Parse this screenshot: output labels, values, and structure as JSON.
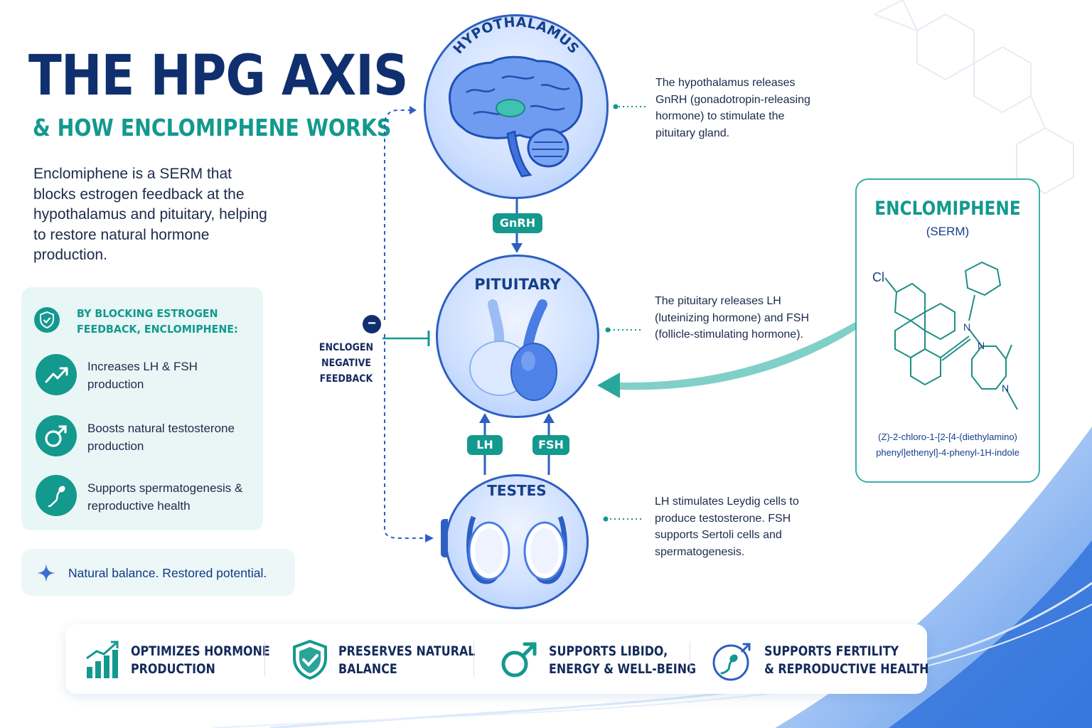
{
  "header": {
    "title": "THE HPG AXIS",
    "subtitle": "& HOW ENCLOMIPHENE WORKS",
    "intro": "Enclomiphene is a SERM that blocks estrogen feedback at the hypothalamus and pituitary, helping to restore natural hormone production."
  },
  "benefits": {
    "heading": "BY BLOCKING ESTROGEN FEEDBACK, ENCLOMIPHENE:",
    "items": [
      {
        "icon": "trend-up-icon",
        "text": "Increases LH & FSH production"
      },
      {
        "icon": "male-symbol-icon",
        "text": "Boosts natural testosterone production"
      },
      {
        "icon": "sperm-icon",
        "text": "Supports spermatogenesis & reproductive health"
      }
    ]
  },
  "tagline": "Natural balance. Restored potential.",
  "axis": {
    "hypothalamus": {
      "label": "HYPOTHALAMUS",
      "description": "The hypothalamus releases GnRH (gonadotropin-releasing hormone) to stimulate the pituitary gland."
    },
    "pituitary": {
      "label": "PITUITARY",
      "description": "The pituitary releases LH (luteinizing hormone) and FSH (follicle-stimulating hormone)."
    },
    "testes": {
      "label": "TESTES",
      "description": "LH stimulates Leydig cells to produce testosterone. FSH supports Sertoli cells and spermatogenesis."
    },
    "hormones": {
      "gnrh": "GnRH",
      "lh": "LH",
      "fsh": "FSH"
    },
    "feedback": {
      "sign": "−",
      "label": "ENCLOGEN NEGATIVE FEEDBACK"
    }
  },
  "drug": {
    "name": "ENCLOMIPHENE",
    "class": "(SERM)",
    "atoms": {
      "cl": "Cl",
      "n": "N"
    },
    "formula_line1": "(Z)-2-chloro-1-[2-[4-(diethylamino)",
    "formula_line2": "phenyl]ethenyl]-4-phenyl-1H-indole"
  },
  "bottom_bar": [
    {
      "icon": "bar-chart-growth-icon",
      "line1": "OPTIMIZES HORMONE",
      "line2": "PRODUCTION"
    },
    {
      "icon": "shield-check-icon",
      "line1": "PRESERVES NATURAL",
      "line2": "BALANCE"
    },
    {
      "icon": "male-symbol-icon",
      "line1": "SUPPORTS LIBIDO,",
      "line2": "ENERGY & WELL-BEING"
    },
    {
      "icon": "fertility-icon",
      "line1": "SUPPORTS FERTILITY",
      "line2": "& REPRODUCTIVE HEALTH"
    }
  ],
  "colors": {
    "navy": "#0f2f6e",
    "teal": "#13998e",
    "blue": "#2e5fc2",
    "card_bg": "#e9f6f6"
  }
}
